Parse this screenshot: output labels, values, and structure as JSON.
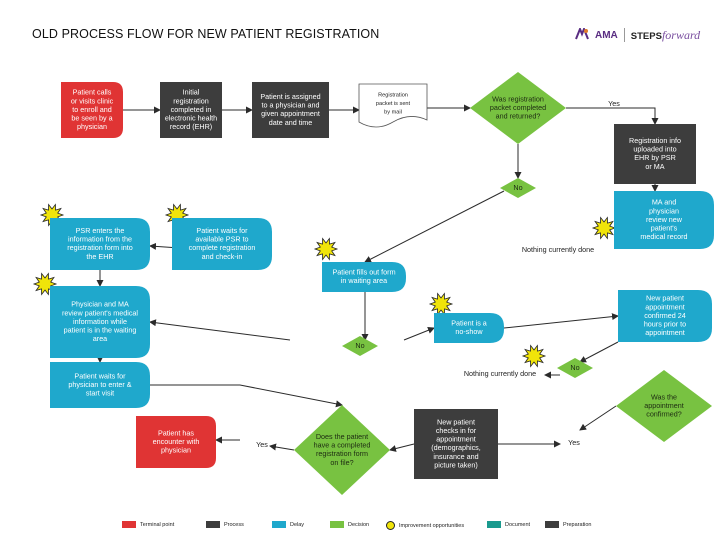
{
  "title": "OLD PROCESS FLOW FOR NEW PATIENT REGISTRATION",
  "logo": {
    "left": "AMA",
    "right_main": "STEPS",
    "right_script": "forward"
  },
  "colors": {
    "start": "#e03434",
    "process": "#3d3d3d",
    "delay": "#1fa8cc",
    "decision": "#78c241",
    "document": "#1a9a8e",
    "burst": "#f0e40a",
    "arrow": "#2b2b2b"
  },
  "nodes": [
    {
      "id": "n1",
      "type": "start",
      "text": [
        "Patient calls",
        "or visits clinic",
        "to enroll and",
        "be seen by a",
        "physician"
      ]
    },
    {
      "id": "n2",
      "type": "process",
      "text": [
        "Initial",
        "registration",
        "completed in",
        "electronic health",
        "record (EHR)"
      ]
    },
    {
      "id": "n3",
      "type": "process",
      "text": [
        "Patient is assigned",
        "to a physician and",
        "given appointment",
        "date and time"
      ]
    },
    {
      "id": "n4",
      "type": "document",
      "text": [
        "Registration",
        "packet is sent",
        "by mail"
      ]
    },
    {
      "id": "n5",
      "type": "decision",
      "text": [
        "Was registration",
        "packet completed",
        "and returned?"
      ]
    },
    {
      "id": "n6",
      "type": "process",
      "text": [
        "Registration info",
        "uploaded into",
        "EHR by PSR",
        "or MA"
      ]
    },
    {
      "id": "n7",
      "type": "delay",
      "text": [
        "PSR enters the",
        "information from the",
        "registration form into",
        "the EHR"
      ]
    },
    {
      "id": "n8",
      "type": "delay",
      "text": [
        "Patient waits for",
        "available PSR to",
        "complete registration",
        "and check-in"
      ]
    },
    {
      "id": "n9",
      "type": "delay",
      "text": [
        "Patient fills out form",
        "in waiting area"
      ]
    },
    {
      "id": "n10",
      "type": "delay",
      "text": [
        "MA and",
        "physician",
        "review new",
        "patient's",
        "medical record"
      ]
    },
    {
      "id": "n11",
      "type": "delay",
      "text": [
        "Physician and MA",
        "review patient's medical",
        "information while",
        "patient is in the waiting",
        "area"
      ]
    },
    {
      "id": "n12",
      "type": "delay",
      "text": [
        "Patient is a",
        "no-show"
      ]
    },
    {
      "id": "n13",
      "type": "delay",
      "text": [
        "New patient",
        "appointment",
        "confirmed 24",
        "hours prior to",
        "appointment"
      ]
    },
    {
      "id": "n14",
      "type": "delay",
      "text": [
        "Patient waits for",
        "physician to enter &",
        "start visit"
      ]
    },
    {
      "id": "n15",
      "type": "start",
      "text": [
        "Patient has",
        "encounter with",
        "physician"
      ]
    },
    {
      "id": "n16",
      "type": "decision",
      "text": [
        "Does the patient",
        "have a completed",
        "registration form",
        "on file?"
      ]
    },
    {
      "id": "n17",
      "type": "process",
      "text": [
        "New patient",
        "checks in for",
        "appointment",
        "(demographics,",
        "insurance and",
        "picture taken)"
      ]
    },
    {
      "id": "n18",
      "type": "decision",
      "text": [
        "Was the",
        "appointment",
        "confirmed?"
      ]
    }
  ],
  "edge_labels": [
    {
      "id": "yes1",
      "text": "Yes"
    },
    {
      "id": "no1",
      "text": "No"
    },
    {
      "id": "nothing1",
      "text": "Nothing currently done"
    },
    {
      "id": "no2",
      "text": "No"
    },
    {
      "id": "nothing2",
      "text": "Nothing currently done"
    },
    {
      "id": "no3",
      "text": "No"
    },
    {
      "id": "yes2",
      "text": "Yes"
    },
    {
      "id": "yes3",
      "text": "Yes"
    }
  ],
  "legend": [
    {
      "label": "Terminal point",
      "type": "start"
    },
    {
      "label": "Process",
      "type": "process"
    },
    {
      "label": "Delay",
      "type": "delay"
    },
    {
      "label": "Decision",
      "type": "decision"
    },
    {
      "label": "Improvement opportunities",
      "type": "burst"
    },
    {
      "label": "Document",
      "type": "document"
    },
    {
      "label": "Preparation",
      "type": "process"
    }
  ]
}
